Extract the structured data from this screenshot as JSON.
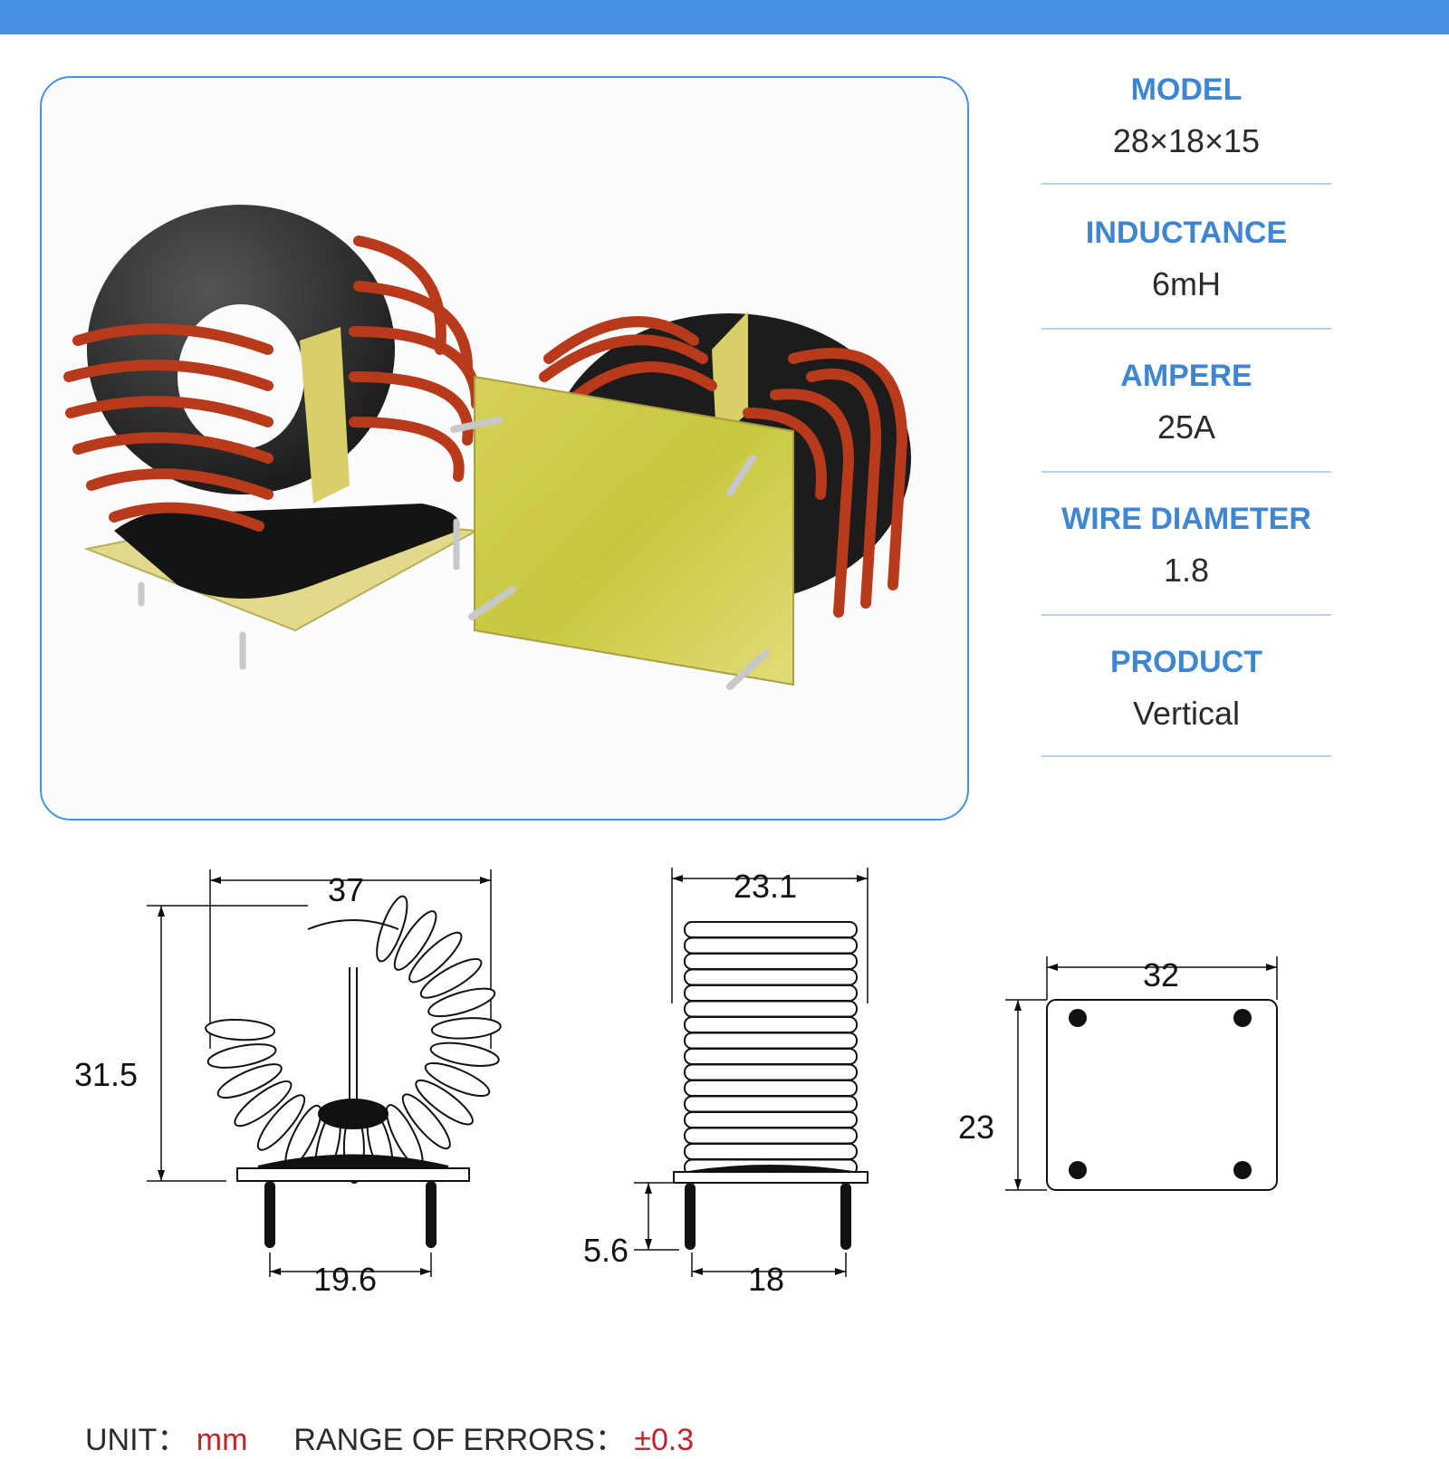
{
  "specs": [
    {
      "label": "MODEL",
      "value": "28×18×15"
    },
    {
      "label": "INDUCTANCE",
      "value": "6mH"
    },
    {
      "label": "AMPERE",
      "value": "25A"
    },
    {
      "label": "WIRE DIAMETER",
      "value": "1.8"
    },
    {
      "label": "PRODUCT",
      "value": "Vertical"
    }
  ],
  "dimensions": {
    "front_width": "37",
    "front_height": "31.5",
    "front_pin_spacing": "19.6",
    "side_width": "23.1",
    "side_pin_length": "5.6",
    "side_pin_spacing": "18",
    "base_width": "32",
    "base_height": "23"
  },
  "footer": {
    "unit_label": "UNIT：",
    "unit_value": "mm",
    "errors_label": "RANGE OF ERRORS：",
    "errors_value": "±0.3"
  },
  "colors": {
    "brand_blue": "#4a90e2",
    "label_blue": "#3f86d1",
    "copper": "#b83a1a",
    "pcb_yellow": "#d9d45a",
    "core_black": "#2a2a2a",
    "accent_red": "#c0242a"
  }
}
